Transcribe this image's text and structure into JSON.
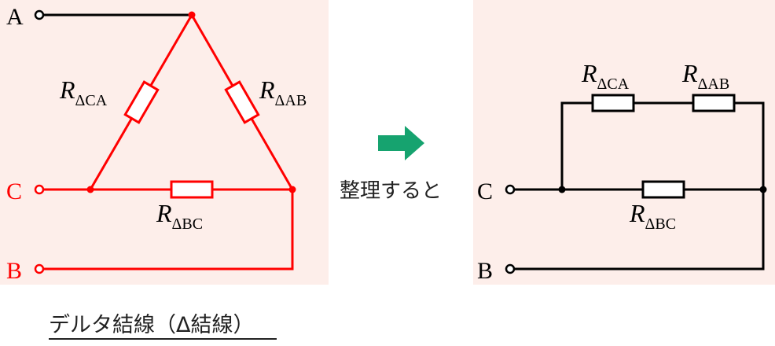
{
  "left": {
    "terminals": {
      "A": "A",
      "C": "C",
      "B": "B"
    },
    "resistors": {
      "ca": {
        "main": "R",
        "sub": "ΔCA"
      },
      "ab": {
        "main": "R",
        "sub": "ΔAB"
      },
      "bc": {
        "main": "R",
        "sub": "ΔBC"
      }
    }
  },
  "arrow_caption": "整理すると",
  "right": {
    "terminals": {
      "C": "C",
      "B": "B"
    },
    "resistors": {
      "ca": {
        "main": "R",
        "sub": "ΔCA"
      },
      "ab": {
        "main": "R",
        "sub": "ΔAB"
      },
      "bc": {
        "main": "R",
        "sub": "ΔBC"
      }
    }
  },
  "title": "デルタ結線（Δ結線）",
  "colors": {
    "panel_bg": "#fdeeea",
    "red_wire": "#ff0000",
    "black_wire": "#000000",
    "arrow": "#16a36f"
  }
}
